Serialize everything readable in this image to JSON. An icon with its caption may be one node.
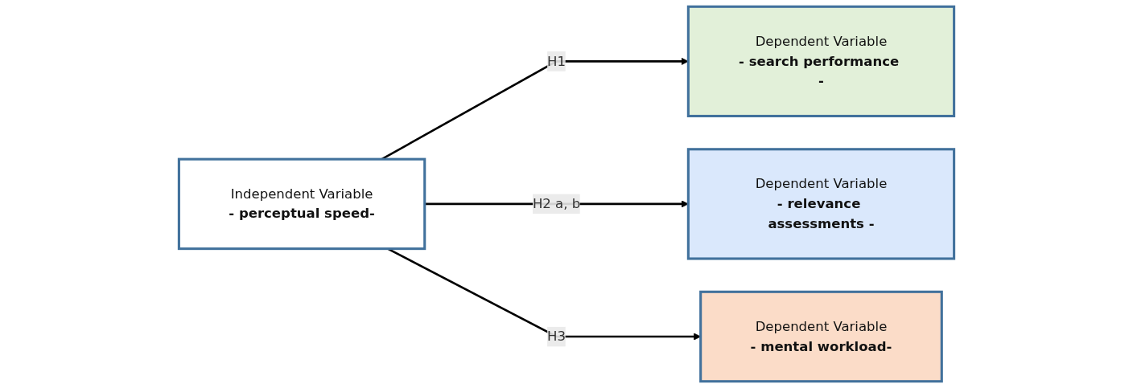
{
  "diagram": {
    "nodes": [
      {
        "text": [
          "Independent Variable",
          "- perceptual speed-"
        ]
      },
      {
        "text": [
          "Dependent Variable",
          "- search performance -"
        ]
      },
      {
        "text": [
          "Dependent Variable",
          "- relevance assessments -"
        ]
      },
      {
        "text": [
          "Dependent Variable",
          "- mental workload-"
        ]
      }
    ],
    "edges": [
      {
        "from": 0,
        "to": 1,
        "arrow": "to",
        "label": "H1"
      },
      {
        "from": 0,
        "to": 2,
        "arrow": "to",
        "label": "H2 a, b"
      },
      {
        "from": 0,
        "to": 3,
        "arrow": "to",
        "label": "H3"
      }
    ]
  }
}
